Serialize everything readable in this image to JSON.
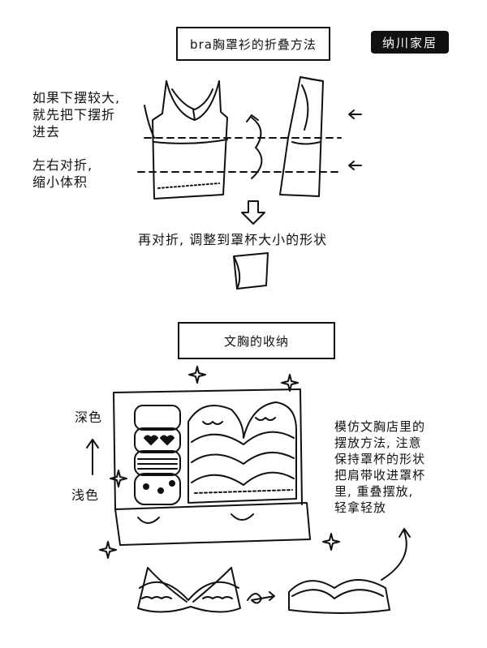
{
  "brand_label": "纳川家居",
  "section1": {
    "title": "bra胸罩衫的折叠方法",
    "note_top": "如果下摆较大,\n就先把下摆折\n进去",
    "note_fold": "左右对折,\n缩小体积",
    "step_caption": "再对折, 调整到罩杯大小的形状"
  },
  "section2": {
    "title": "文胸的收纳",
    "dark_label": "深色",
    "light_label": "浅色",
    "tip": "模仿文胸店里的\n摆放方法, 注意\n保持罩杯的形状\n把肩带收进罩杯\n里, 重叠摆放,\n轻拿轻放"
  }
}
